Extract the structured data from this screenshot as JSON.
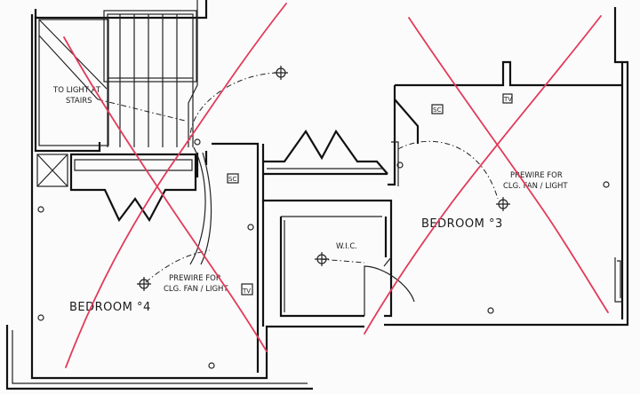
{
  "labels": {
    "to_light": "TO LIGHT AT",
    "stairs": "STAIRS",
    "bedroom4": "BEDROOM °4",
    "bedroom3": "BEDROOM °3",
    "wic": "W.I.C.",
    "prewire4_line1": "PREWIRE FOR",
    "prewire4_line2": "CLG. FAN / LIGHT",
    "prewire3_line1": "PREWIRE FOR",
    "prewire3_line2": "CLG. FAN / LIGHT",
    "sc4": "SC",
    "sc3": "SC",
    "tv4": "TV",
    "tv3": "TV"
  },
  "colors": {
    "linework": "#111111",
    "redline": "#e23b5a"
  }
}
